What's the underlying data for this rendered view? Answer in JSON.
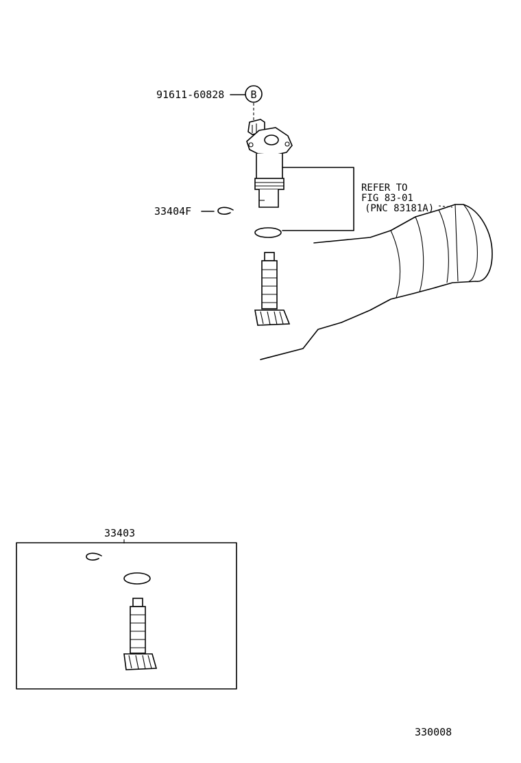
{
  "labels": {
    "bolt_part": "91611-60828",
    "bolt_marker": "B",
    "clip_part": "33404F",
    "refer_line1": "REFER TO",
    "refer_line2": "FIG 83-01",
    "refer_line3": "(PNC 83181A)",
    "kit_part": "33403",
    "figure_id": "330008"
  }
}
